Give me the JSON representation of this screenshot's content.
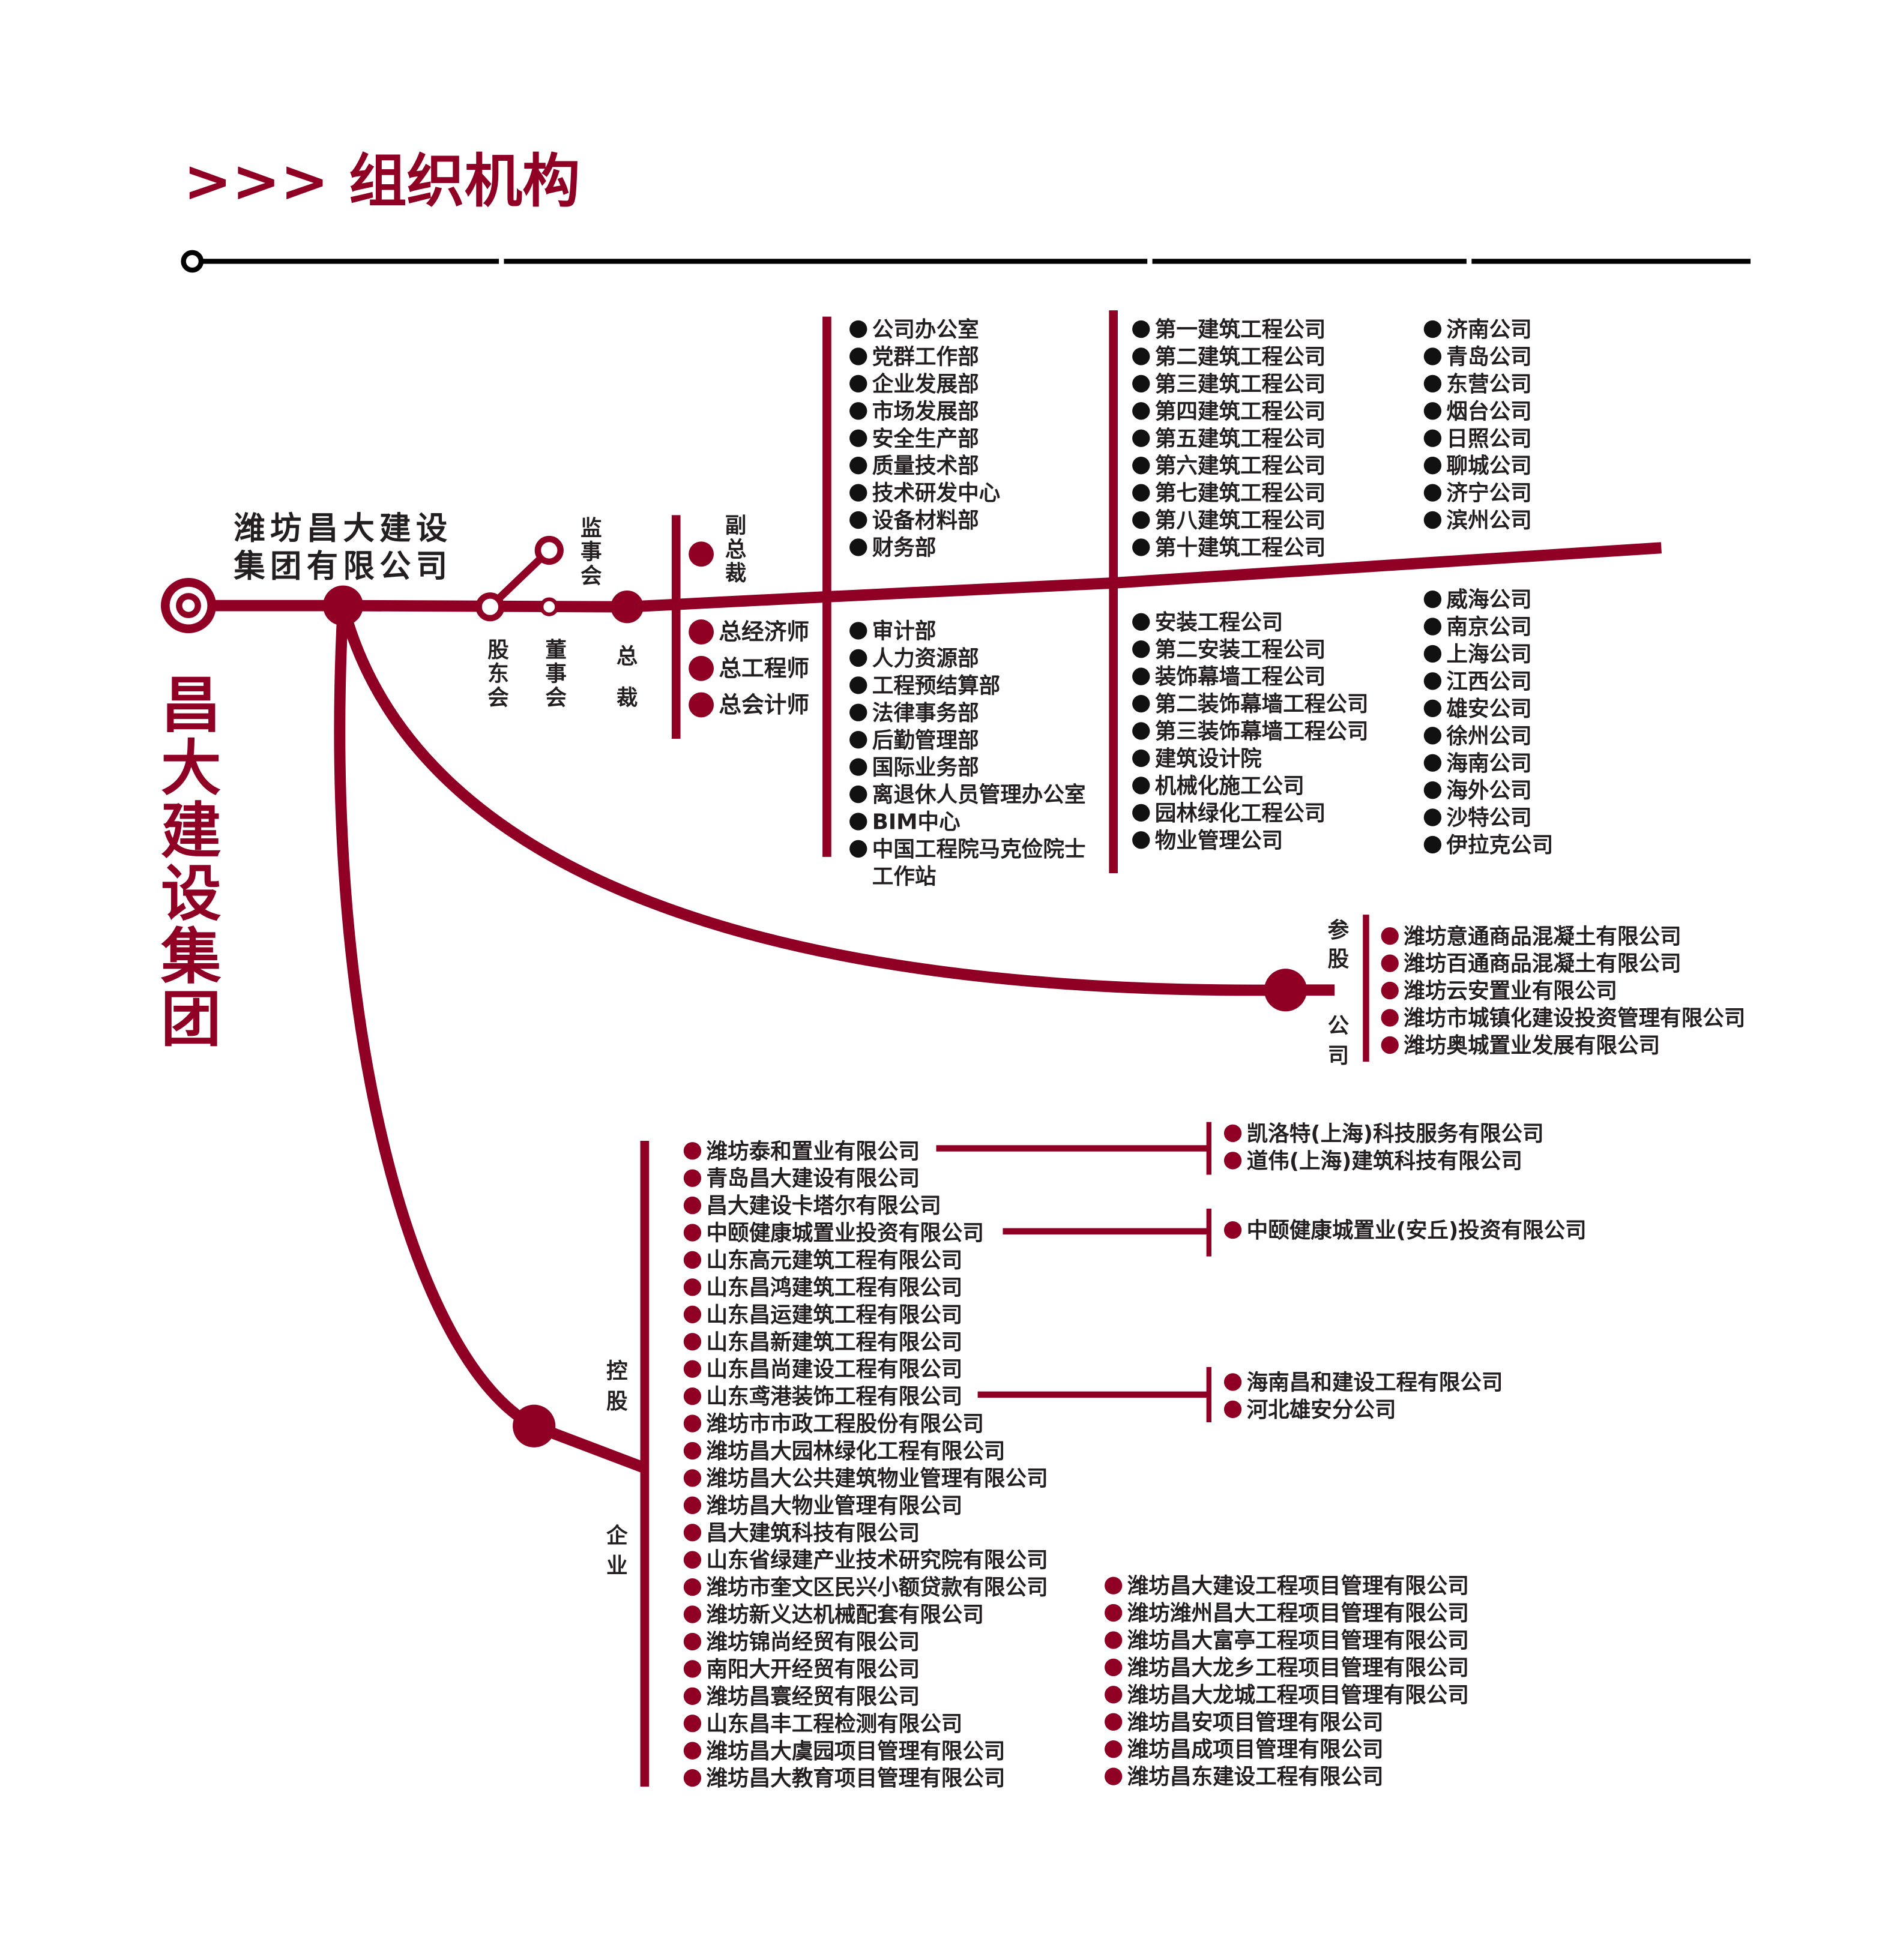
{
  "title": ">>> 组织机构",
  "colors": {
    "accent": "#8f0024",
    "text": "#231f20",
    "rule": "#000000"
  },
  "group_name_vertical": "昌大建设集团",
  "company_name": [
    "潍坊昌大建设",
    "集团有限公司"
  ],
  "governance": {
    "shareholders": "股东会",
    "board": "董事会",
    "supervisors": "监事会",
    "president": "总裁",
    "vice_president": "副总裁",
    "chiefs": [
      "总经济师",
      "总工程师",
      "总会计师"
    ]
  },
  "departments_upper": [
    "公司办公室",
    "党群工作部",
    "企业发展部",
    "市场发展部",
    "安全生产部",
    "质量技术部",
    "技术研发中心",
    "设备材料部",
    "财务部"
  ],
  "departments_lower": [
    "审计部",
    "人力资源部",
    "工程预结算部",
    "法律事务部",
    "后勤管理部",
    "国际业务部",
    "离退休人员管理办公室",
    "BIM中心",
    "中国工程院马克俭院士",
    "工作站"
  ],
  "subsidiaries_upper": [
    "第一建筑工程公司",
    "第二建筑工程公司",
    "第三建筑工程公司",
    "第四建筑工程公司",
    "第五建筑工程公司",
    "第六建筑工程公司",
    "第七建筑工程公司",
    "第八建筑工程公司",
    "第十建筑工程公司"
  ],
  "subsidiaries_lower": [
    "安装工程公司",
    "第二安装工程公司",
    "装饰幕墙工程公司",
    "第二装饰幕墙工程公司",
    "第三装饰幕墙工程公司",
    "建筑设计院",
    "机械化施工公司",
    "园林绿化工程公司",
    "物业管理公司"
  ],
  "branches_upper": [
    "济南公司",
    "青岛公司",
    "东营公司",
    "烟台公司",
    "日照公司",
    "聊城公司",
    "济宁公司",
    "滨州公司"
  ],
  "branches_lower": [
    "威海公司",
    "南京公司",
    "上海公司",
    "江西公司",
    "雄安公司",
    "徐州公司",
    "海南公司",
    "海外公司",
    "沙特公司",
    "伊拉克公司"
  ],
  "equity_label": [
    "参",
    "股",
    "公",
    "司"
  ],
  "equity_companies": [
    "潍坊意通商品混凝土有限公司",
    "潍坊百通商品混凝土有限公司",
    "潍坊云安置业有限公司",
    "潍坊市城镇化建设投资管理有限公司",
    "潍坊奥城置业发展有限公司"
  ],
  "holding_label": [
    "控",
    "股",
    "企",
    "业"
  ],
  "holding_col1": [
    "潍坊泰和置业有限公司",
    "青岛昌大建设有限公司",
    "昌大建设卡塔尔有限公司",
    "中颐健康城置业投资有限公司",
    "山东高元建筑工程有限公司",
    "山东昌鸿建筑工程有限公司",
    "山东昌运建筑工程有限公司",
    "山东昌新建筑工程有限公司",
    "山东昌尚建设工程有限公司",
    "山东鸢港装饰工程有限公司",
    "潍坊市市政工程股份有限公司",
    "潍坊昌大园林绿化工程有限公司",
    "潍坊昌大公共建筑物业管理有限公司",
    "潍坊昌大物业管理有限公司",
    "昌大建筑科技有限公司",
    "山东省绿建产业技术研究院有限公司",
    "潍坊市奎文区民兴小额贷款有限公司",
    "潍坊新义达机械配套有限公司",
    "潍坊锦尚经贸有限公司",
    "南阳大开经贸有限公司",
    "潍坊昌寰经贸有限公司",
    "山东昌丰工程检测有限公司",
    "潍坊昌大虞园项目管理有限公司",
    "潍坊昌大教育项目管理有限公司"
  ],
  "holding_col2": [
    "潍坊昌大建设工程项目管理有限公司",
    "潍坊潍州昌大工程项目管理有限公司",
    "潍坊昌大富亭工程项目管理有限公司",
    "潍坊昌大龙乡工程项目管理有限公司",
    "潍坊昌大龙城工程项目管理有限公司",
    "潍坊昌安项目管理有限公司",
    "潍坊昌成项目管理有限公司",
    "潍坊昌东建设工程有限公司"
  ],
  "sub_holdings": [
    {
      "parent": "潍坊泰和置业有限公司",
      "children": [
        "凯洛特(上海)科技服务有限公司",
        "道伟(上海)建筑科技有限公司"
      ]
    },
    {
      "parent": "中颐健康城置业投资有限公司",
      "children": [
        "中颐健康城置业(安丘)投资有限公司"
      ]
    },
    {
      "parent": "山东鸢港装饰工程有限公司",
      "children": [
        "海南昌和建设工程有限公司",
        "河北雄安分公司"
      ]
    }
  ]
}
